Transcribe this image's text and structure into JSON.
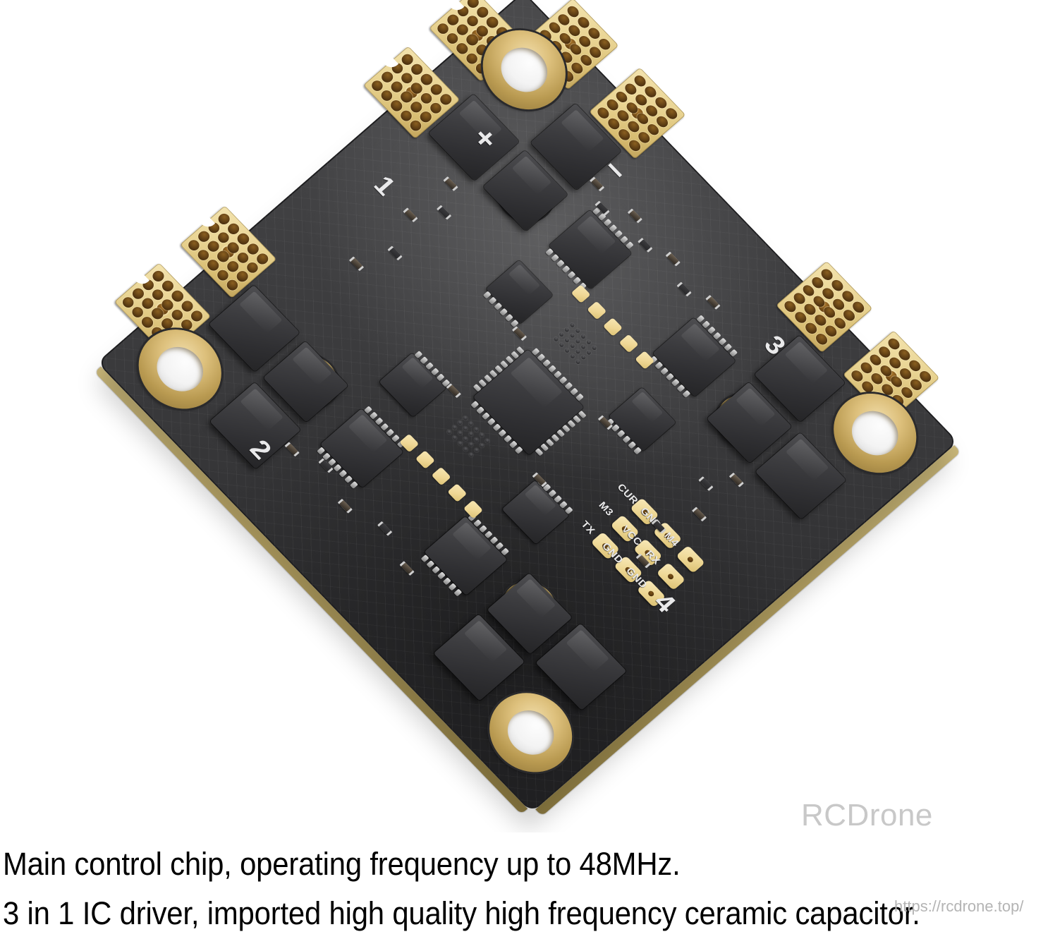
{
  "background_color": "#ffffff",
  "product": {
    "name": "4-in-1 ESC flight controller board",
    "board_color": "#3a3a3c",
    "pad_color": "#e9d493",
    "edge_color": "#b9a565",
    "silkscreen_color": "#e9e9ea",
    "motor_labels": [
      "1",
      "2",
      "3",
      "4"
    ],
    "power_labels": [
      "+",
      "−"
    ],
    "pad_labels": [
      "CUR",
      "GND",
      "M4",
      "GND",
      "M3",
      "VCC",
      "RX",
      "TX",
      "GND"
    ],
    "pad_label_rows": [
      [
        "CUR",
        "GND",
        "M4"
      ],
      [
        "M3",
        "VCC",
        "RX"
      ],
      [
        "TX",
        "GND",
        "GND"
      ]
    ]
  },
  "watermarks": {
    "brand": "RCDrone",
    "brand_color": "#c8c8c8",
    "url": "https://rcdrone.top/",
    "url_color": "#b4b4b4"
  },
  "caption": {
    "line1": "Main control chip, operating frequency up to 48MHz.",
    "line2": "3 in 1 IC driver, imported high quality high frequency ceramic capacitor.",
    "text_color": "#000000"
  }
}
